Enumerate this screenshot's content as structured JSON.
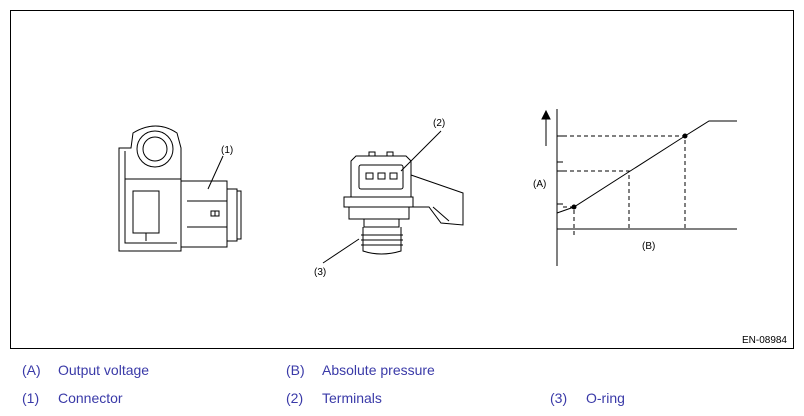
{
  "figure": {
    "id": "EN-08984",
    "callouts": {
      "connector": "(1)",
      "terminals": "(2)",
      "oring": "(3)"
    },
    "graph": {
      "y_label": "(A)",
      "x_label": "(B)"
    }
  },
  "legend": {
    "row1": [
      {
        "key": "(A)",
        "text": "Output voltage"
      },
      {
        "key": "(B)",
        "text": "Absolute pressure"
      }
    ],
    "row2": [
      {
        "key": "(1)",
        "text": "Connector"
      },
      {
        "key": "(2)",
        "text": "Terminals"
      },
      {
        "key": "(3)",
        "text": "O-ring"
      }
    ]
  },
  "colors": {
    "legend_text": "#3a3aa8",
    "line": "#000000"
  }
}
